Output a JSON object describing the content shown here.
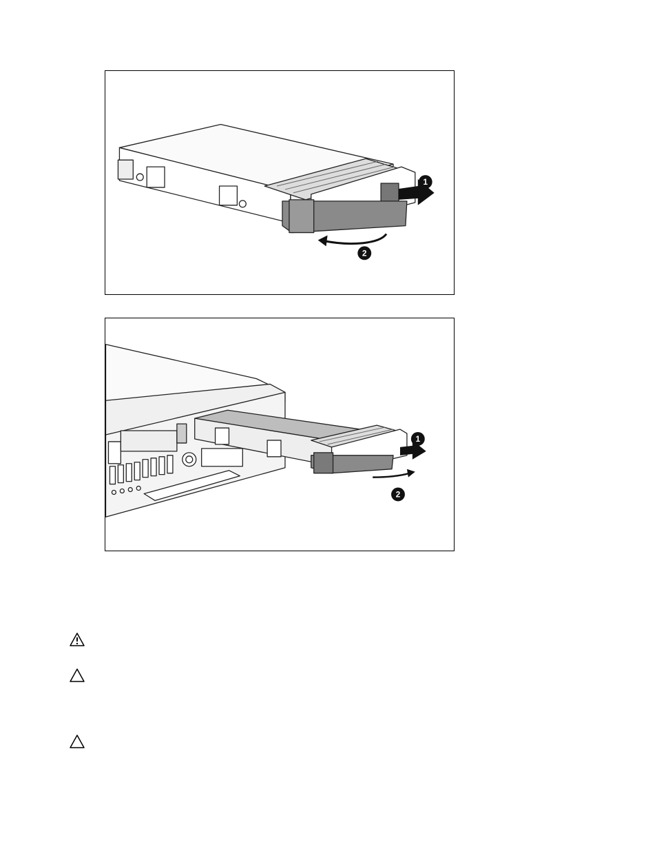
{
  "figures": [
    {
      "id": "hot-plug-drive-install",
      "callouts": [
        "1",
        "2"
      ]
    },
    {
      "id": "hot-plug-drive-install-in-server",
      "callouts": [
        "1",
        "2"
      ]
    }
  ],
  "notices": [
    {
      "icon": "warning-icon"
    },
    {
      "icon": "caution-icon"
    },
    {
      "icon": "caution-icon"
    }
  ]
}
